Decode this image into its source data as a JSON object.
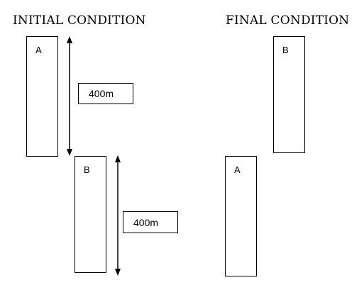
{
  "initial": {
    "heading": "INITIAL CONDITION",
    "train_a_label": "A",
    "train_b_label": "B",
    "distance_a": "400m",
    "distance_b": "400m"
  },
  "final": {
    "heading": "FINAL CONDITION",
    "train_a_label": "A",
    "train_b_label": "B"
  },
  "colors": {
    "stroke": "#000000",
    "background": "#ffffff"
  }
}
